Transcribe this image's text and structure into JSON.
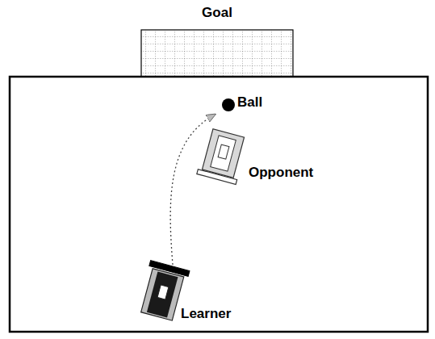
{
  "diagram": {
    "labels": [
      "Goal",
      "Ball",
      "Opponent",
      "Learner"
    ]
  }
}
